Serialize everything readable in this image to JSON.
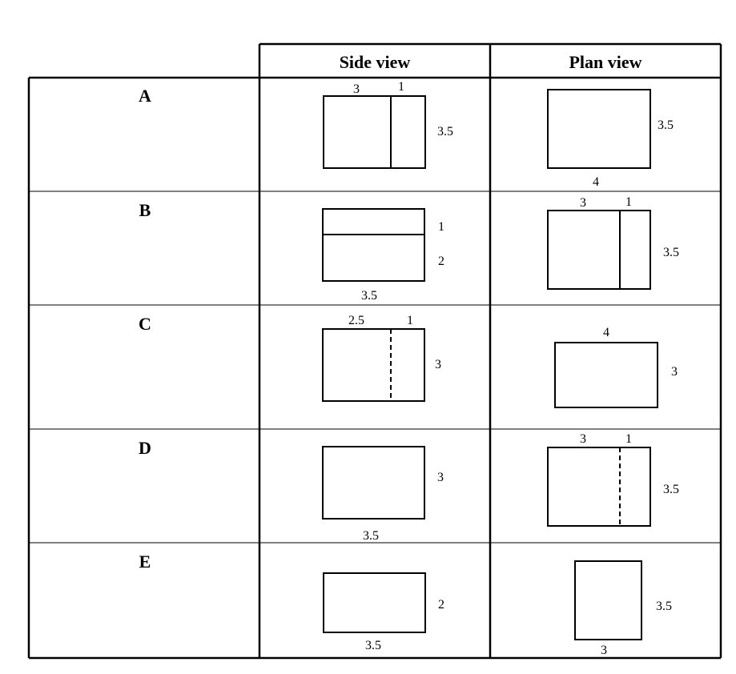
{
  "header": {
    "side_view": "Side view",
    "plan_view": "Plan view"
  },
  "rows": [
    {
      "label": "A",
      "side": {
        "dims": [
          "3",
          "1",
          "3.5"
        ]
      },
      "plan": {
        "dims": [
          "3.5",
          "4"
        ]
      }
    },
    {
      "label": "B",
      "side": {
        "dims": [
          "1",
          "2",
          "3.5"
        ]
      },
      "plan": {
        "dims": [
          "3",
          "1",
          "3.5"
        ]
      }
    },
    {
      "label": "C",
      "side": {
        "dims": [
          "2.5",
          "1",
          "3"
        ]
      },
      "plan": {
        "dims": [
          "4",
          "3"
        ]
      }
    },
    {
      "label": "D",
      "side": {
        "dims": [
          "3",
          "3.5"
        ]
      },
      "plan": {
        "dims": [
          "3",
          "1",
          "3.5"
        ]
      }
    },
    {
      "label": "E",
      "side": {
        "dims": [
          "2",
          "3.5"
        ]
      },
      "plan": {
        "dims": [
          "3.5",
          "3"
        ]
      }
    }
  ]
}
